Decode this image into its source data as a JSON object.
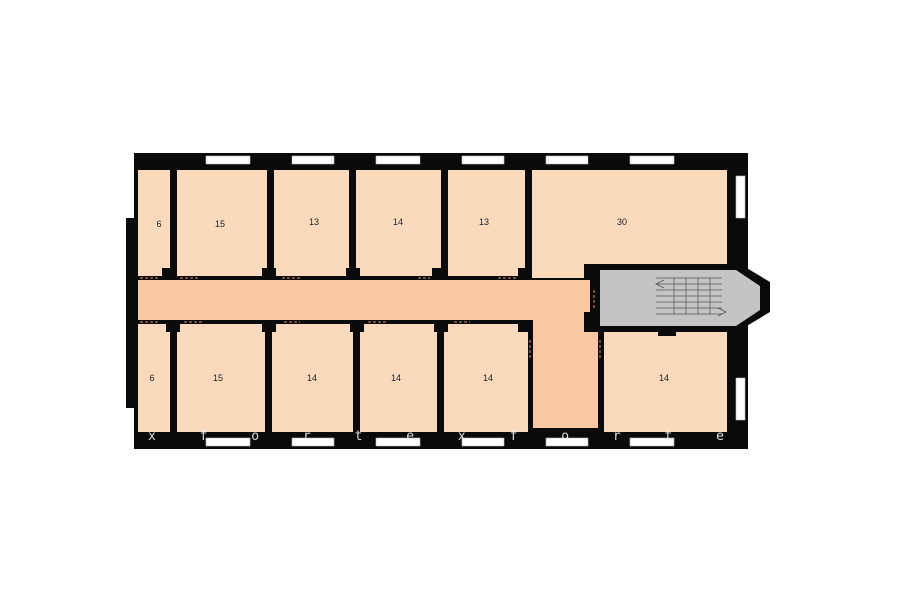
{
  "colors": {
    "room_fill": "#fbd9bd",
    "corridor_fill": "#f9c7a3",
    "stair_fill": "#c4c4c4",
    "wall": "#0a0a0a",
    "window": "#ffffff"
  },
  "rooms_top": [
    "6",
    "15",
    "13",
    "14",
    "13",
    "30"
  ],
  "rooms_bottom": [
    "6",
    "15",
    "14",
    "14",
    "14",
    "14"
  ],
  "watermark": "x f o r t e x f o r t e x f o"
}
